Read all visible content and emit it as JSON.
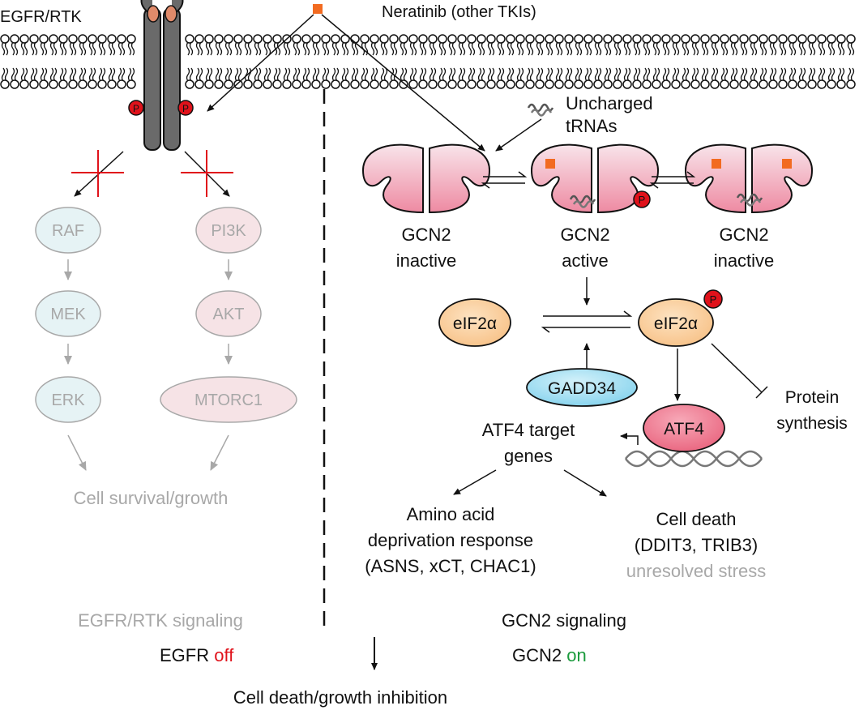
{
  "header": {
    "receptor_label": "EGFR/RTK",
    "drug_label": "Neratinib (other TKIs)",
    "phospho_label": "P"
  },
  "left_pathway": {
    "raf": "RAF",
    "mek": "MEK",
    "erk": "ERK",
    "pi3k": "PI3K",
    "akt": "AKT",
    "mtorc1": "MTORC1",
    "outcome": "Cell survival/growth",
    "section_title": "EGFR/RTK signaling"
  },
  "right_pathway": {
    "trna_line1": "Uncharged",
    "trna_line2": "tRNAs",
    "gcn2_left_line1": "GCN2",
    "gcn2_left_line2": "inactive",
    "gcn2_mid_line1": "GCN2",
    "gcn2_mid_line2": "active",
    "gcn2_right_line1": "GCN2",
    "gcn2_right_line2": "inactive",
    "eif2a_left": "eIF2α",
    "eif2a_right": "eIF2α",
    "gadd34": "GADD34",
    "atf4": "ATF4",
    "protein_line1": "Protein",
    "protein_line2": "synthesis",
    "atf4_targets_line1": "ATF4 target",
    "atf4_targets_line2": "genes",
    "aa_line1": "Amino acid",
    "aa_line2": "deprivation response",
    "aa_line3": "(ASNS, xCT, CHAC1)",
    "death_line1": "Cell death",
    "death_line2": "(DDIT3, TRIB3)",
    "death_line3": "unresolved stress",
    "section_title": "GCN2 signaling"
  },
  "summary": {
    "egfr_label": "EGFR",
    "egfr_state": "off",
    "gcn2_label": "GCN2",
    "gcn2_state": "on",
    "outcome": "Cell death/growth inhibition"
  },
  "colors": {
    "off": "#e0121b",
    "on": "#1a9a3c",
    "grey_text": "#a8a8a8",
    "orange": "#f26b21",
    "phospho": "#e0121b"
  }
}
